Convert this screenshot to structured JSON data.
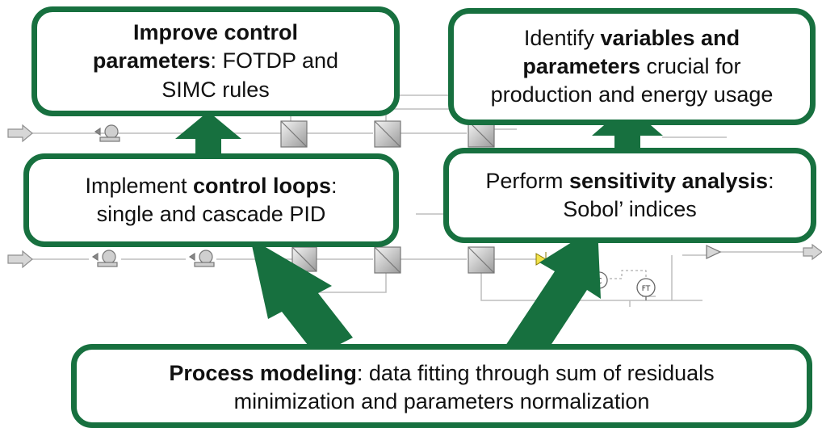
{
  "colors": {
    "accent": "#17703f",
    "process_lines": "#b9b9b9",
    "valve": "#f2e24a"
  },
  "icons": [
    "stream-arrow-icon",
    "pump-icon",
    "heat-exchanger-icon",
    "valve-icon",
    "controller-icon",
    "flow-transmitter-icon",
    "mixer-icon",
    "green-arrow-icon"
  ],
  "boxes": {
    "improve": {
      "bold1": "Improve control",
      "bold2": "parameters",
      "rest": ": FOTDP and",
      "line3": "SIMC rules"
    },
    "identify": {
      "pre": "Identify ",
      "bold1": "variables and",
      "bold2": "parameters",
      "rest": " crucial for",
      "line3": "production and energy usage"
    },
    "implement": {
      "pre": "Implement ",
      "bold": "control loops",
      "rest": ":",
      "line2": "single and cascade PID"
    },
    "perform": {
      "pre": "Perform ",
      "bold": "sensitivity analysis",
      "rest": ":",
      "line2": "Sobol’ indices"
    },
    "process": {
      "bold": "Process modeling",
      "rest": ": data fitting through sum of residuals",
      "line2": "minimization and parameters normalization"
    }
  },
  "diagram_labels": {
    "flow_transmitter": "FT",
    "controller": "C"
  }
}
